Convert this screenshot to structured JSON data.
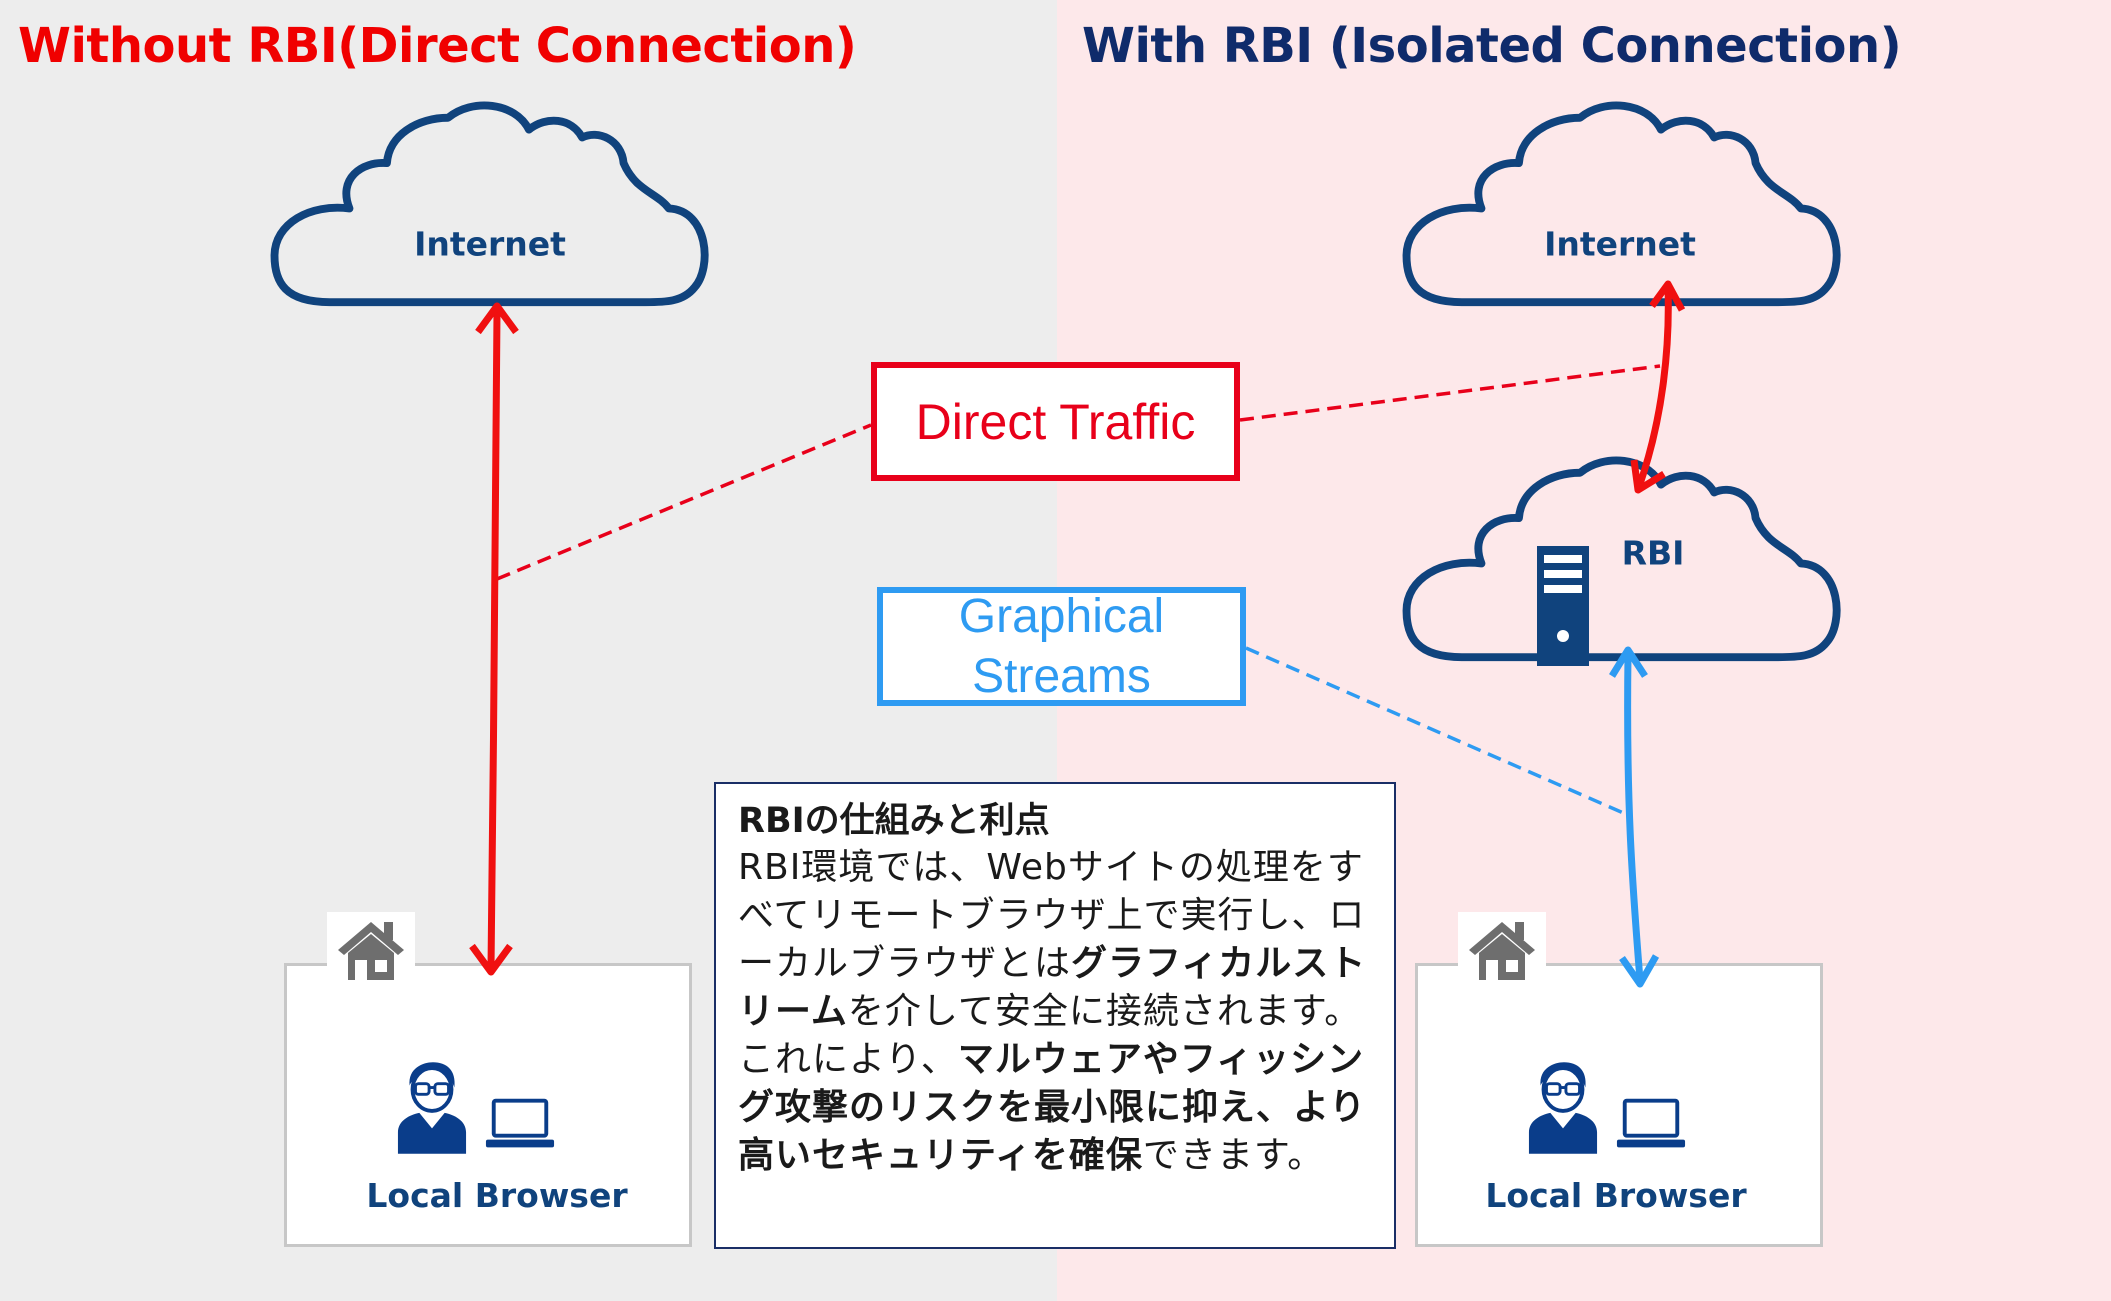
{
  "headings": {
    "left": "Without RBI(Direct Connection)",
    "right": "With RBI (Isolated Connection)"
  },
  "left": {
    "cloud_label": "Internet",
    "browser_label": "Local Browser"
  },
  "right": {
    "cloud_label": "Internet",
    "rbi_label": "RBI",
    "browser_label": "Local Browser"
  },
  "callouts": {
    "direct_traffic": "Direct Traffic",
    "graphical_line1": "Graphical",
    "graphical_line2": "Streams"
  },
  "info": {
    "title": "RBIの仕組みと利点",
    "seg1": "RBI環境では、Webサイトの処理をすべてリモートブラウザ上で実行し、ローカルブラウザとは",
    "bold1": "グラフィカルストリーム",
    "seg2": "を介して安全に接続されます。これにより、",
    "bold2": "マルウェアやフィッシング攻撃のリスクを最小限に抑え、より高いセキュリティを確保",
    "seg3": "できます。"
  },
  "colors": {
    "red": "#f00000",
    "navy": "#0f2b6b",
    "cloud_stroke": "#10437d",
    "blue": "#2e9bf2",
    "left_bg": "#ededed",
    "right_bg": "#fde8ea"
  },
  "icons": [
    "cloud-icon",
    "server-icon",
    "house-icon",
    "person-icon",
    "laptop-icon"
  ]
}
